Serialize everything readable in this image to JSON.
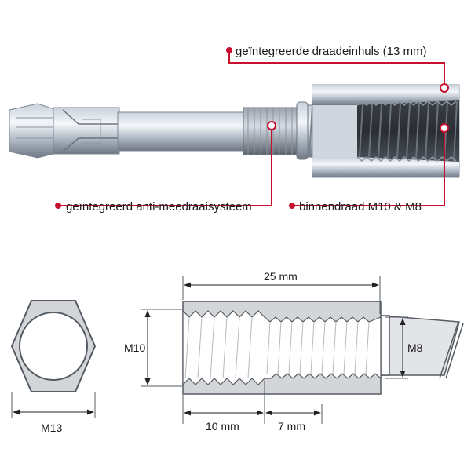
{
  "callouts": {
    "sleeve": "geïntegreerde draadeinhuls (13 mm)",
    "anti_rotation": "geïntegreerd anti-meedraaisysteem",
    "thread": "binnendraad M10 & M8"
  },
  "dimensions": {
    "hex_size": "M13",
    "total_length": "25 mm",
    "outer_thread": "M10",
    "inner_thread": "M8",
    "m10_depth": "10 mm",
    "m8_depth": "7 mm"
  },
  "colors": {
    "callout_red": "#c8102e",
    "steel_light": "#e3e8ef",
    "steel_mid": "#aab4c0",
    "steel_dark": "#5d6570",
    "section_fill": "#d3d5d8"
  }
}
